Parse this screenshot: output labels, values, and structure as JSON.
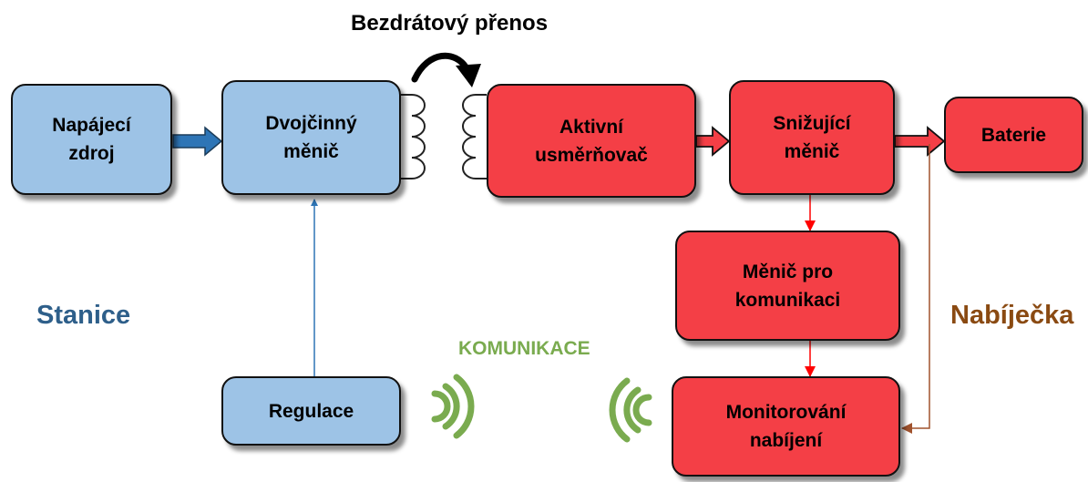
{
  "title": "Bezdrátový přenos",
  "blocks": {
    "power_supply": "Napájecí\nzdroj",
    "push_pull": "Dvojčinný\nměnič",
    "active_rectifier": "Aktivní\nusměrňovač",
    "buck": "Snižující\nměnič",
    "battery": "Baterie",
    "comm_converter": "Měnič pro\nkomunikaci",
    "charge_monitor": "Monitorování\nnabíjení",
    "regulation": "Regulace"
  },
  "labels": {
    "station": "Stanice",
    "charger": "Nabíječka",
    "communication": "KOMUNIKACE"
  },
  "colors": {
    "station_block": "#9dc3e6",
    "charger_block": "#f43f46",
    "station_text": "#2e5f8a",
    "charger_text": "#8a4a12",
    "communication_text": "#7aab4f",
    "blue_arrow": "#2e75b6",
    "red_arrow": "#ff0000",
    "brown_arrow": "#a0522d"
  },
  "icons": [
    "coil-icon",
    "curved-arrow-icon",
    "wireless-signal-icon"
  ]
}
